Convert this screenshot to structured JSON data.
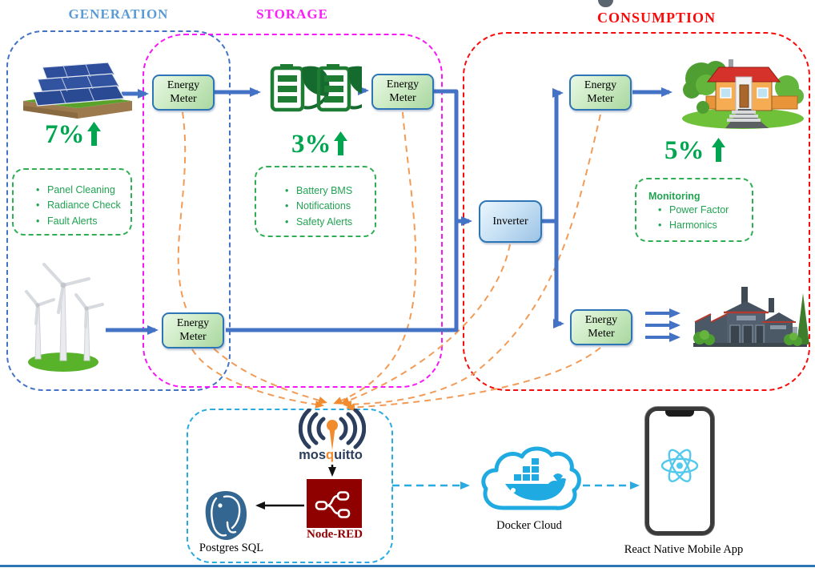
{
  "titles": {
    "generation": "GENERATION",
    "storage": "STORAGE",
    "consumption": "CONSUMPTION"
  },
  "meter": {
    "line1": "Energy",
    "line2": "Meter"
  },
  "inverter": {
    "label": "Inverter"
  },
  "generation": {
    "percent": "7%",
    "checklist": [
      "Panel Cleaning",
      "Radiance Check",
      "Fault Alerts"
    ]
  },
  "storage": {
    "percent": "3%",
    "checklist": [
      "Battery BMS",
      "Notifications",
      "Safety Alerts"
    ]
  },
  "consumption": {
    "percent": "5%",
    "monitoring_title": "Monitoring",
    "checklist": [
      "Power Factor",
      "Harmonics"
    ]
  },
  "bottom": {
    "mqtt": {
      "pre": "mos",
      "q": "q",
      "post": "uitto"
    },
    "nodered": "Node-RED",
    "postgres": "Postgres SQL",
    "docker": "Docker Cloud",
    "react": "React Native Mobile App"
  },
  "colors": {
    "generation_title": "#5B9BD5",
    "storage_title": "#FB1EFB",
    "consumption_title": "#FA0A0A",
    "flow_blue": "#4472C4",
    "mqtt_orange": "#F08C2E",
    "status_green": "#00A550",
    "gateway_cyan": "#29ABE2",
    "nodered_red": "#8F0101",
    "postgres_blue": "#336791",
    "react_blue": "#53C9ED"
  }
}
